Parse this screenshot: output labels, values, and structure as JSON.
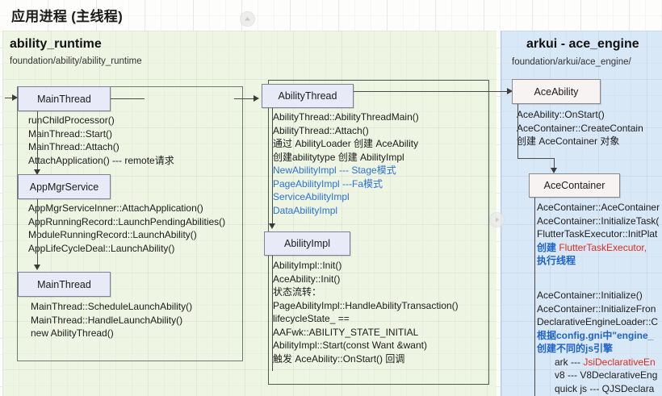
{
  "page": {
    "title": "应用进程 (主线程)"
  },
  "icons": {
    "collapse_handle": "circle-caret-up-icon",
    "expand_handle": "circle-caret-right-icon"
  },
  "panels": {
    "left": {
      "title": "ability_runtime",
      "subtitle": "foundation/ability/ability_runtime",
      "bg": "#eef5e3"
    },
    "right": {
      "title": "arkui - ace_engine",
      "subtitle": "foundation/arkui/ace_engine/",
      "bg": "#d8e8f7"
    }
  },
  "nodes": {
    "main_thread_1": {
      "label": "MainThread",
      "lines": [
        "runChildProcessor()",
        "MainThread::Start()",
        "MainThread::Attach()",
        "AttachApplication() --- remote请求"
      ]
    },
    "app_mgr_service": {
      "label": "AppMgrService",
      "lines": [
        "AppMgrServiceInner::AttachApplication()",
        "AppRunningRecord::LaunchPendingAbilities()",
        "ModuleRunningRecord::LaunchAbility()",
        "AppLifeCycleDeal::LaunchAbility()"
      ]
    },
    "main_thread_2": {
      "label": "MainThread",
      "lines": [
        "MainThread::ScheduleLaunchAbility()",
        "MainThread::HandleLaunchAbility()",
        "   new AbilityThread()"
      ]
    },
    "ability_thread": {
      "label": "AbilityThread",
      "lines": [
        {
          "text": "AbilityThread::AbilityThreadMain()",
          "color": "plain"
        },
        {
          "text": "AbilityThread::Attach()",
          "color": "plain"
        },
        {
          "text": "通过 AbilityLoader 创建 AceAbility",
          "color": "plain"
        },
        {
          "text": "创建abilitytype 创建 AbilityImpl",
          "color": "plain"
        },
        {
          "text": "NewAbilityImpl --- Stage模式",
          "color": "blue"
        },
        {
          "text": "PageAbilityImpl ---Fa模式",
          "color": "blue"
        },
        {
          "text": "ServiceAbilityImpl",
          "color": "blue"
        },
        {
          "text": "DataAbilityImpl",
          "color": "blue"
        }
      ]
    },
    "ability_impl": {
      "label": "AbilityImpl",
      "lines": [
        "AbilityImpl::Init()",
        "AceAbility::Init()",
        "状态流转：",
        "PageAbilityImpl::HandleAbilityTransaction()",
        "lifecycleState_ ==",
        "AAFwk::ABILITY_STATE_INITIAL",
        "AbilityImpl::Start(const Want &want)",
        "触发 AceAbility::OnStart() 回调"
      ]
    },
    "ace_ability": {
      "label": "AceAbility",
      "lines": [
        "AceAbility::OnStart()",
        "   AceContainer::CreateContain",
        "   创建 AceContainer 对象"
      ]
    },
    "ace_container": {
      "label": "AceContainer",
      "lines_top": [
        {
          "text": "AceContainer::AceContainer",
          "color": "plain"
        },
        {
          "text": "AceContainer::InitializeTask(",
          "color": "plain"
        },
        {
          "text": "FlutterTaskExecutor::InitPlat",
          "color": "plain"
        }
      ],
      "mixed_line": {
        "parts": [
          {
            "text": "创建 ",
            "color": "blue"
          },
          {
            "text": "FlutterTaskExecutor,",
            "color": "red"
          }
        ]
      },
      "after_mixed": {
        "text": "执行线程",
        "color": "blue"
      },
      "lines_bottom": [
        {
          "text": "AceContainer::Initialize()",
          "color": "plain"
        },
        {
          "text": "AceContainer::InitializeFron",
          "color": "plain"
        },
        {
          "text": "DeclarativeEngineLoader::C",
          "color": "plain"
        },
        {
          "text": "根据config.gni中\"engine_",
          "color": "blue-b"
        },
        {
          "text": "创建不同的js引擎",
          "color": "blue-b"
        }
      ],
      "engine_rows": [
        {
          "name": "ark --- ",
          "impl": "JsiDeclarativeEn",
          "impl_color": "red"
        },
        {
          "name": "v8 --- ",
          "impl": "V8DeclarativeEng",
          "impl_color": "plain"
        },
        {
          "name": "quick js   --- ",
          "impl": "QJSDeclara",
          "impl_color": "plain"
        }
      ]
    }
  }
}
